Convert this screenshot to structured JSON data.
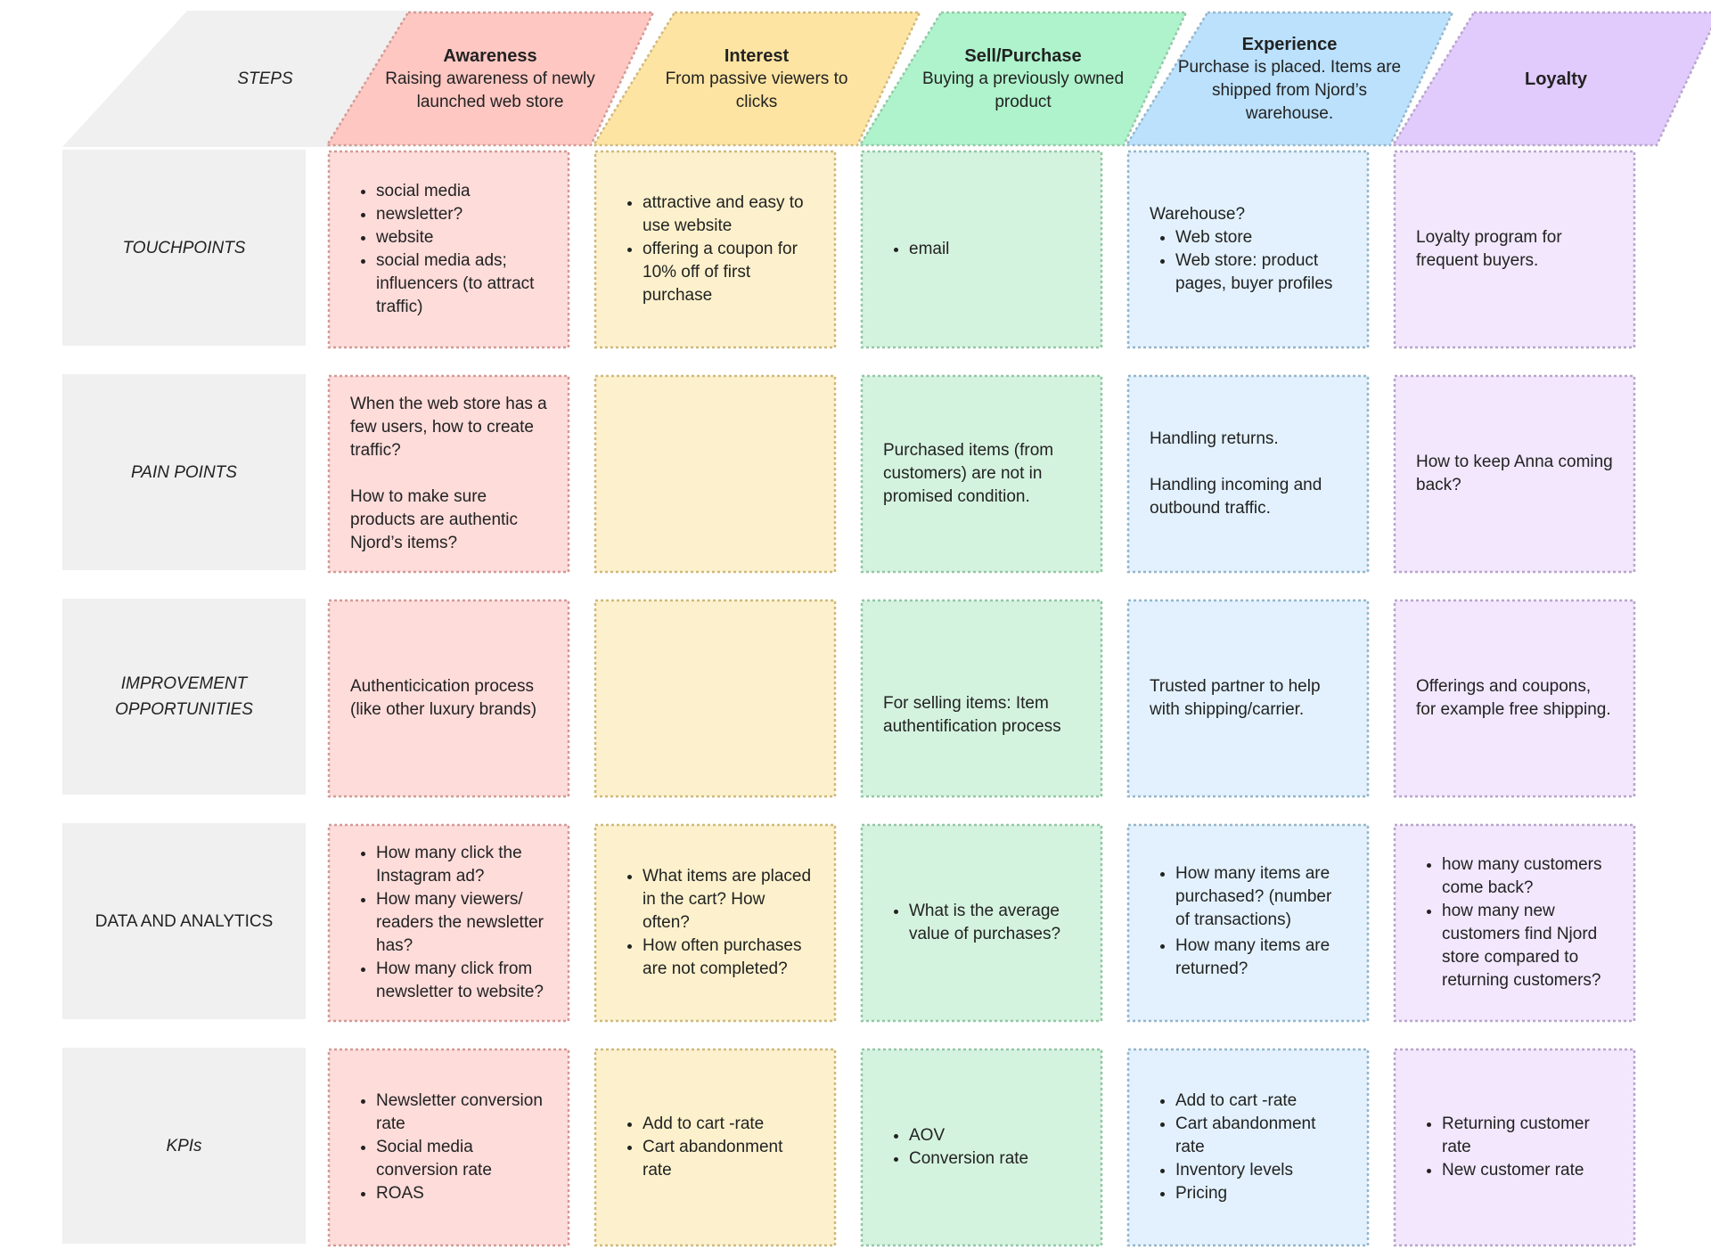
{
  "colors": {
    "steps_fill": "#f0f0f0",
    "stages": [
      {
        "header": "#fec7c2",
        "cell": "#fddcda",
        "border": "#d49a95"
      },
      {
        "header": "#fde4a2",
        "cell": "#fcf1cc",
        "border": "#cfb97d"
      },
      {
        "header": "#aef3cb",
        "cell": "#d4f3df",
        "border": "#92c7a6"
      },
      {
        "header": "#bbe1fc",
        "cell": "#e2f1fd",
        "border": "#95b6cc"
      },
      {
        "header": "#e1cafc",
        "cell": "#f2e7fd",
        "border": "#b8a5cc"
      }
    ]
  },
  "steps_label": "STEPS",
  "stages": [
    {
      "title": "Awareness",
      "description": "Raising awareness of newly launched web store"
    },
    {
      "title": "Interest",
      "description": "From passive viewers to clicks"
    },
    {
      "title": "Sell/Purchase",
      "description": "Buying a previously owned product"
    },
    {
      "title": "Experience",
      "description": "Purchase is placed. Items are shipped from Njord’s warehouse."
    },
    {
      "title": "Loyalty",
      "description": ""
    }
  ],
  "rows": [
    {
      "label": "TOUCHPOINTS",
      "cells": [
        {
          "bullets": [
            "social media",
            "newsletter?",
            "website",
            "social media ads; influencers (to attract traffic)"
          ]
        },
        {
          "bullets": [
            "attractive and easy to use website",
            "offering a coupon for 10% off of first purchase"
          ]
        },
        {
          "bullets": [
            "email"
          ]
        },
        {
          "text": "Warehouse?",
          "bullets": [
            "Web store",
            "Web store: product pages, buyer profiles"
          ]
        },
        {
          "text": "Loyalty program for frequent buyers."
        }
      ]
    },
    {
      "label": "PAIN POINTS",
      "cells": [
        {
          "text": "When the web store has a few users, how to create traffic?\n\nHow to make sure products are authentic Njord’s items?"
        },
        {},
        {
          "text": "Purchased items (from customers) are not in promised condition."
        },
        {
          "text": "Handling returns.\n\nHandling incoming and outbound traffic."
        },
        {
          "text": "How to keep Anna coming back?"
        }
      ]
    },
    {
      "label": "IMPROVEMENT\nOPPORTUNITIES",
      "cells": [
        {
          "text": "Authenticication process (like other luxury brands)"
        },
        {},
        {
          "text": "For selling items: Item authentification process",
          "offset": 38
        },
        {
          "text": "Trusted partner to help with shipping/carrier."
        },
        {
          "text": "Offerings and coupons, for example free shipping."
        }
      ]
    },
    {
      "label": "DATA AND ANALYTICS",
      "upright": true,
      "cells": [
        {
          "bullets": [
            "How many click the Instagram ad?",
            "How many viewers/ readers the newsletter has?",
            "How many click from newsletter to website?"
          ]
        },
        {
          "bullets": [
            "What items are placed in the cart? How often?",
            "How often purchases are not completed?"
          ]
        },
        {
          "bullets": [
            "What is the average value of purchases?"
          ]
        },
        {
          "bullets": [
            "How many items are purchased? (number of transactions)",
            "How many items are returned?"
          ],
          "gap": true
        },
        {
          "bullets": [
            "how many customers come back?",
            "how many new customers find Njord store compared to returning customers?"
          ]
        }
      ]
    },
    {
      "label": "KPIs",
      "cells": [
        {
          "bullets": [
            "Newsletter conversion rate",
            "Social media conversion rate",
            "ROAS"
          ]
        },
        {
          "bullets": [
            "Add to cart -rate",
            "Cart abandonment rate"
          ]
        },
        {
          "bullets": [
            "AOV",
            "Conversion rate"
          ]
        },
        {
          "bullets": [
            "Add to cart -rate",
            "Cart abandonment rate",
            "Inventory levels",
            "Pricing"
          ]
        },
        {
          "bullets": [
            "Returning customer rate",
            "New customer rate"
          ]
        }
      ]
    }
  ]
}
